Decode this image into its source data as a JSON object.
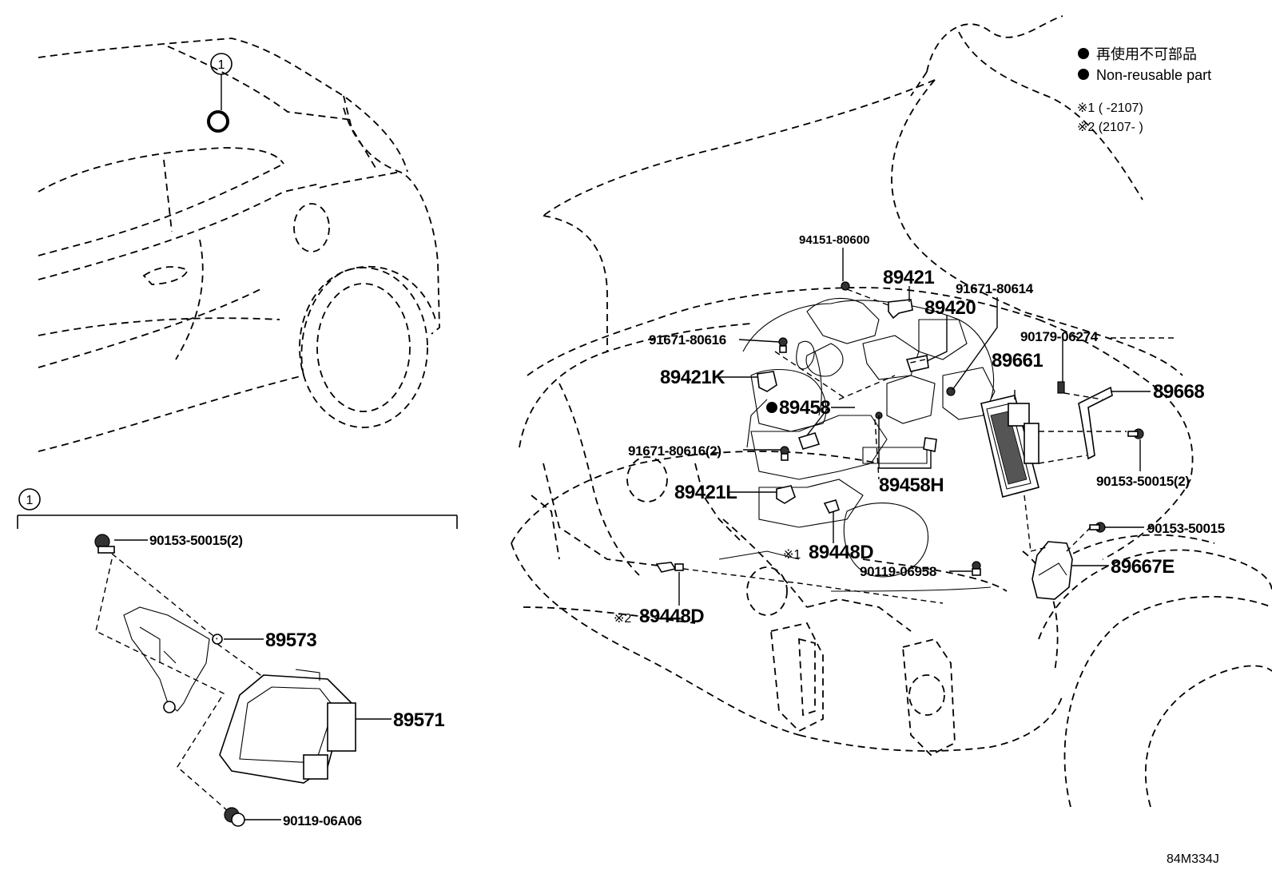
{
  "legend": {
    "non_reusable_jp": "再使用不可部品",
    "non_reusable_en": "Non-reusable part",
    "note1": "※1 (       -2107)",
    "note2": "※2 (2107-       )"
  },
  "callout_marker": "1",
  "inset_marker": "1",
  "figure_code": "84M334J",
  "labels": {
    "p94151_80600": "94151-80600",
    "p89421": "89421",
    "p89420": "89420",
    "p91671_80614": "91671-80614",
    "p91671_80616": "91671-80616",
    "p90179_06274": "90179-06274",
    "p89661": "89661",
    "p89421K": "89421K",
    "p89668": "89668",
    "p89458": "89458",
    "p91671_80616_2": "91671-80616(2)",
    "p90153_50015_2_right": "90153-50015(2)",
    "p89421L": "89421L",
    "p89458H": "89458H",
    "p90153_50015": "90153-50015",
    "p89448D_1": "89448D",
    "p89448D_1_prefix": "※1",
    "p90119_06958": "90119-06958",
    "p89667E": "89667E",
    "p89448D_2": "89448D",
    "p89448D_2_prefix": "※2",
    "p90153_50015_2_left": "90153-50015(2)",
    "p89573": "89573",
    "p89571": "89571",
    "p90119_06A06": "90119-06A06"
  }
}
